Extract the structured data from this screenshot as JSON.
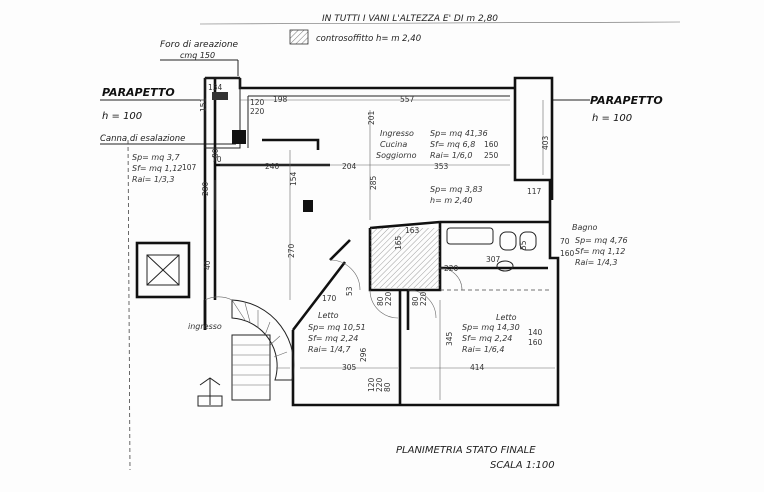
{
  "header": {
    "height_note": "IN TUTTI I VANI L'ALTEZZA E' DI m 2,80",
    "ceiling_legend": "controsoffitto h= m 2,40"
  },
  "annotations": {
    "foro_line1": "Foro di areazione",
    "foro_line2": "cmq 150",
    "parapetto_left": "PARAPETTO",
    "h_left": "h = 100",
    "canna": "Canna di esalazione",
    "parapetto_right": "PARAPETTO",
    "h_right": "h = 100",
    "ingresso_stair": "ingresso"
  },
  "rooms": {
    "ingresso": {
      "name1": "Ingresso",
      "name2": "Cucina",
      "name3": "Soggiorno",
      "sp": "Sp= mq 41,36",
      "sf": "Sf= mq 6,8",
      "rai": "Rai= 1/6,0",
      "win1": "160",
      "win2": "250"
    },
    "disimpegno": {
      "sp": "Sp= mq 3,83",
      "h": "h= m 2,40"
    },
    "bagno": {
      "name": "Bagno",
      "sp": "Sp= mq 4,76",
      "sf": "Sf= mq 1,12",
      "rai": "Rai= 1/4,3",
      "win1": "70",
      "win2": "160"
    },
    "letto1": {
      "name": "Letto",
      "sp": "Sp= mq 10,51",
      "sf": "Sf= mq 2,24",
      "rai": "Rai= 1/4,7"
    },
    "letto2": {
      "name": "Letto",
      "sp": "Sp= mq 14,30",
      "sf": "Sf= mq 2,24",
      "rai": "Rai= 1/6,4",
      "win1": "140",
      "win2": "160"
    },
    "left_room": {
      "sp": "Sp= mq 3,7",
      "sf": "Sf= mq 1,12",
      "rai": "Rai= 1/3,3"
    }
  },
  "dimensions": {
    "d134": "134",
    "d151": "151",
    "d198": "198",
    "d557": "557",
    "d120": "120",
    "d220": "220",
    "d201": "201",
    "d403": "403",
    "d70": "70",
    "d80": "80",
    "d107": "107",
    "d240": "240",
    "d204": "204",
    "d353": "353",
    "d154": "154",
    "d285": "285",
    "d117": "117",
    "d280": "280",
    "d163": "163",
    "d270": "270",
    "d307": "307",
    "d55": "55",
    "d220b": "220",
    "d165": "165",
    "d170": "170",
    "d53": "53",
    "d80b": "80",
    "d220c": "220",
    "d80c": "80",
    "d220d": "220",
    "d40": "40",
    "d345": "345",
    "d296": "296",
    "d305": "305",
    "d414": "414",
    "d120b": "120",
    "d220e": "220",
    "d80d": "80"
  },
  "footer": {
    "title": "PLANIMETRIA STATO FINALE",
    "scale": "SCALA 1:100"
  }
}
